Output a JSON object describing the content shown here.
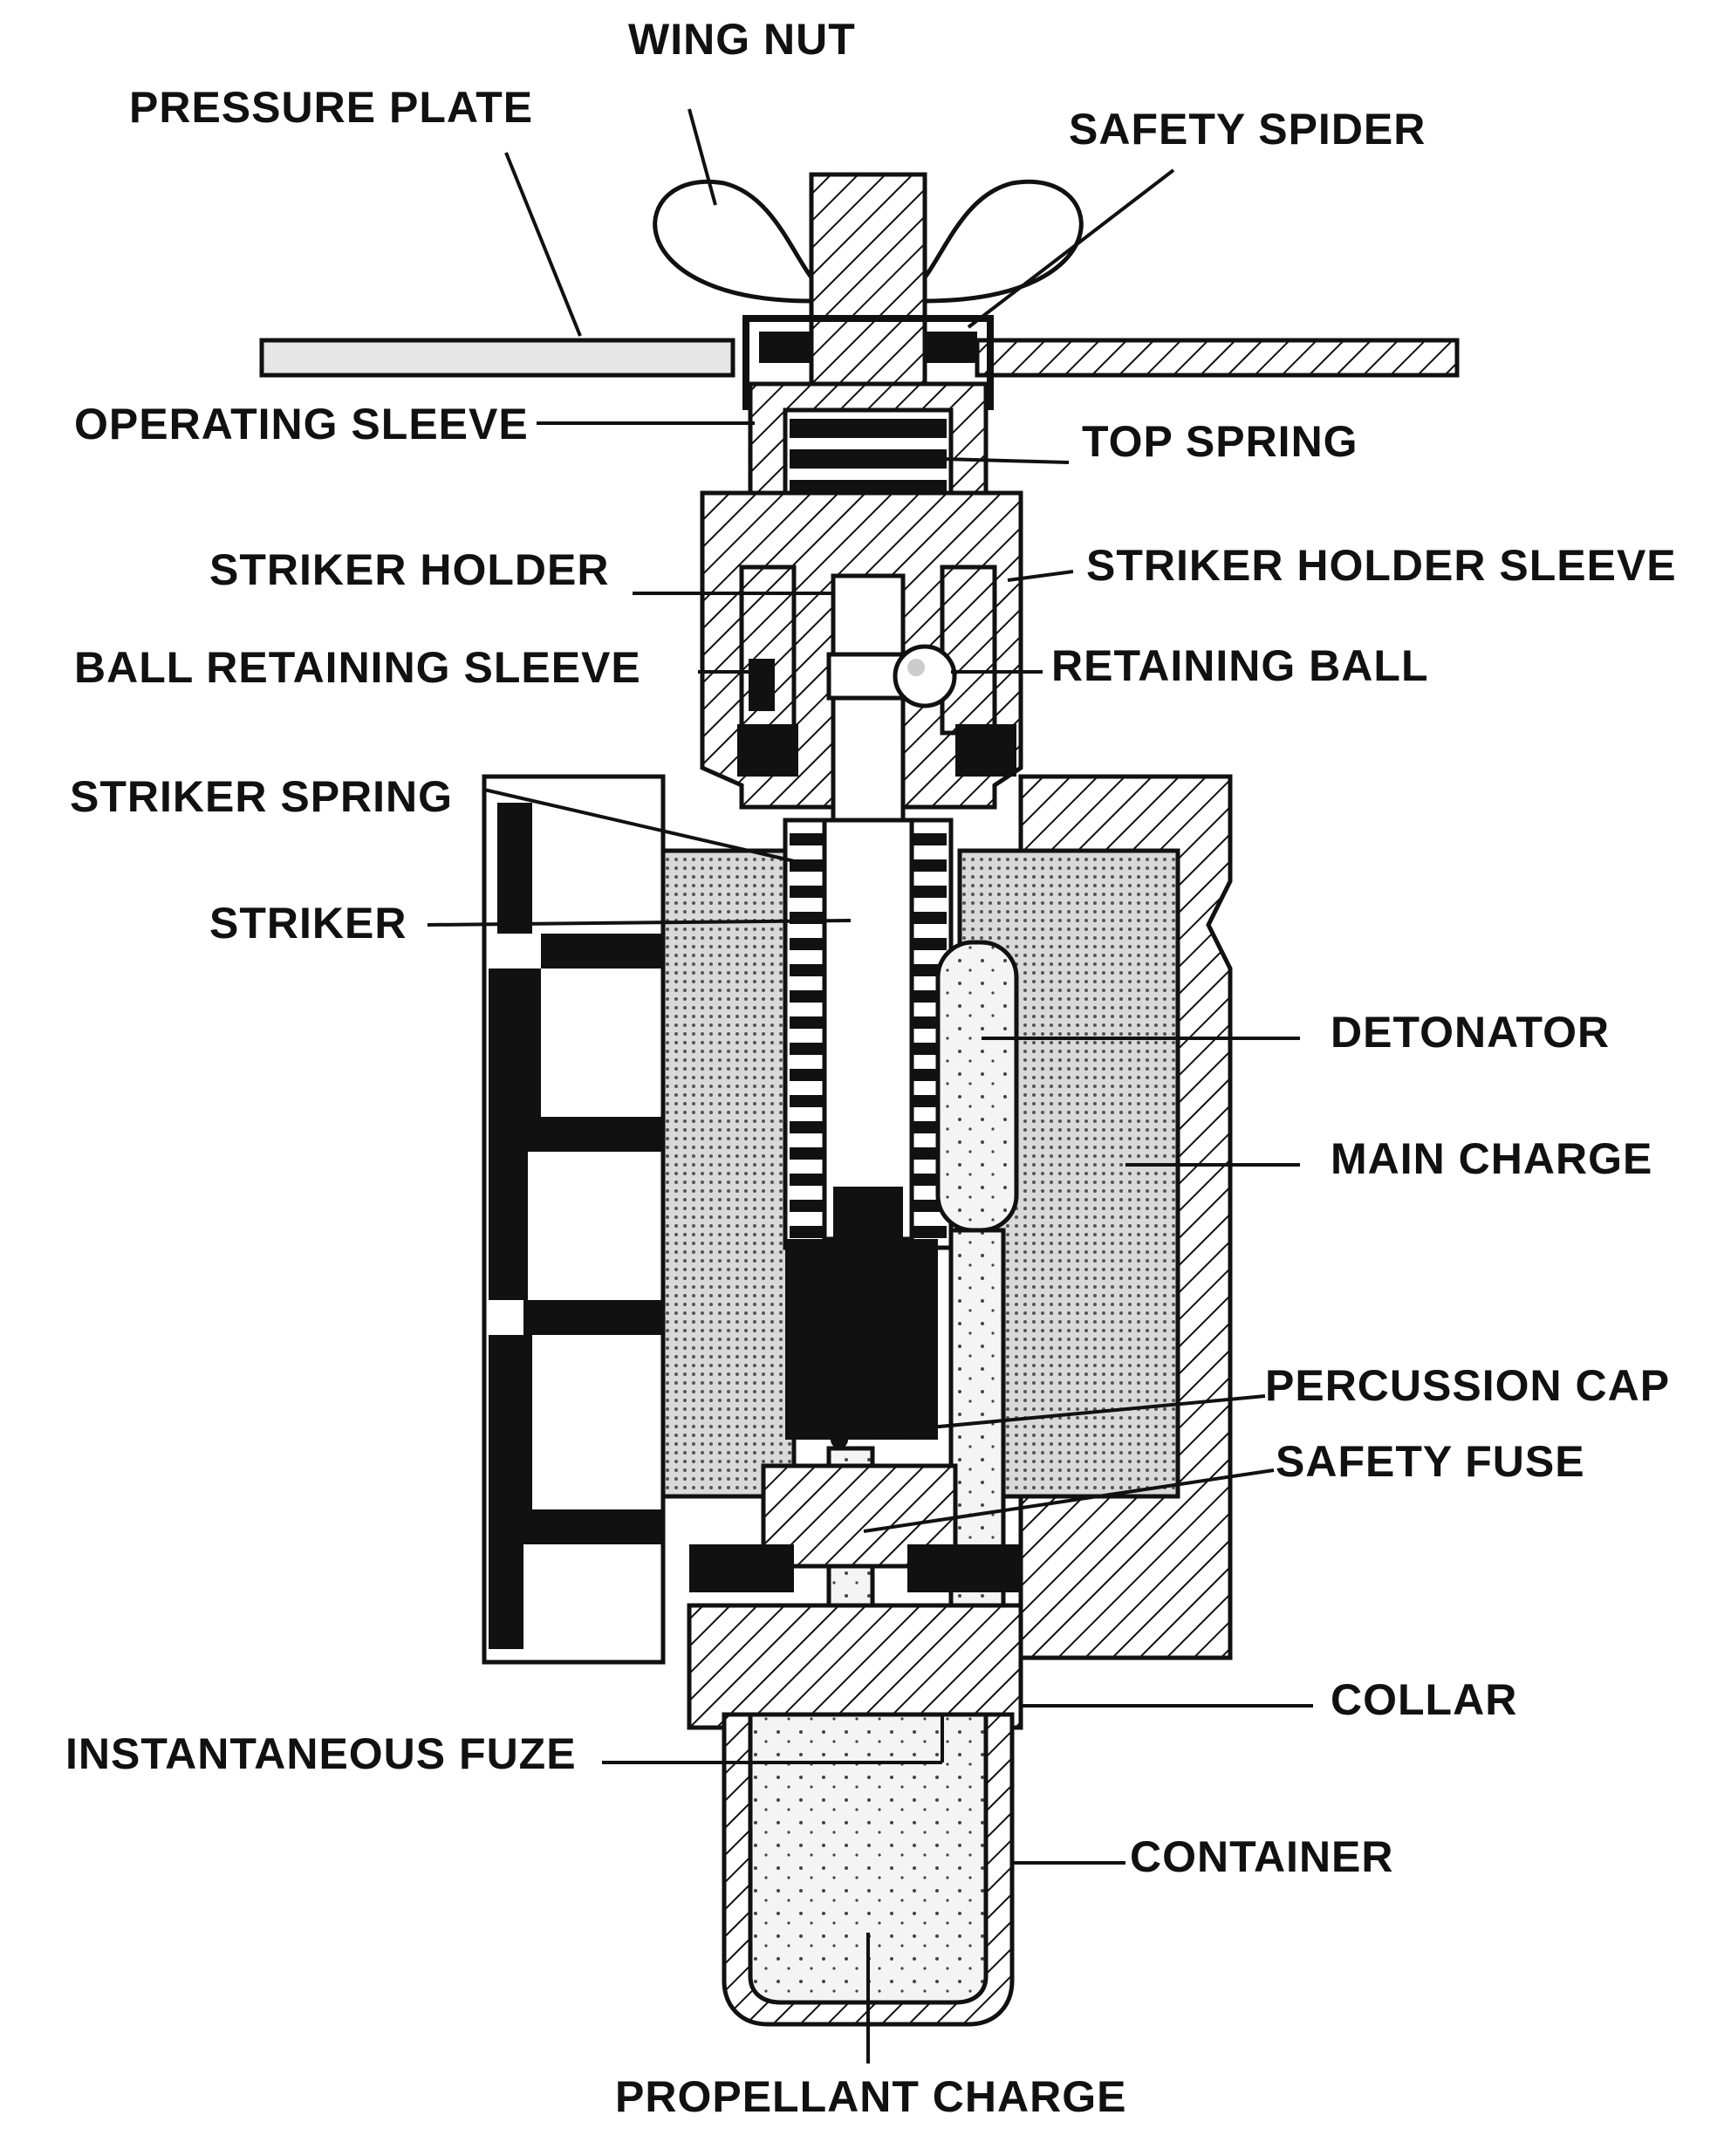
{
  "labels": {
    "wing_nut": "WING NUT",
    "pressure_plate": "PRESSURE PLATE",
    "safety_spider": "SAFETY SPIDER",
    "operating_sleeve": "OPERATING SLEEVE",
    "top_spring": "TOP SPRING",
    "striker_holder": "STRIKER HOLDER",
    "striker_holder_sleeve": "STRIKER HOLDER SLEEVE",
    "ball_retaining_sleeve": "BALL RETAINING SLEEVE",
    "retaining_ball": "RETAINING BALL",
    "striker_spring": "STRIKER SPRING",
    "striker": "STRIKER",
    "detonator": "DETONATOR",
    "main_charge": "MAIN CHARGE",
    "percussion_cap": "PERCUSSION CAP",
    "safety_fuse": "SAFETY FUSE",
    "collar": "COLLAR",
    "instantaneous_fuze": "INSTANTANEOUS FUZE",
    "container": "CONTAINER",
    "propellant_charge": "PROPELLANT CHARGE"
  },
  "colors": {
    "ink": "#111111",
    "paper": "#ffffff",
    "charge_fill": "#cfcfcf"
  }
}
